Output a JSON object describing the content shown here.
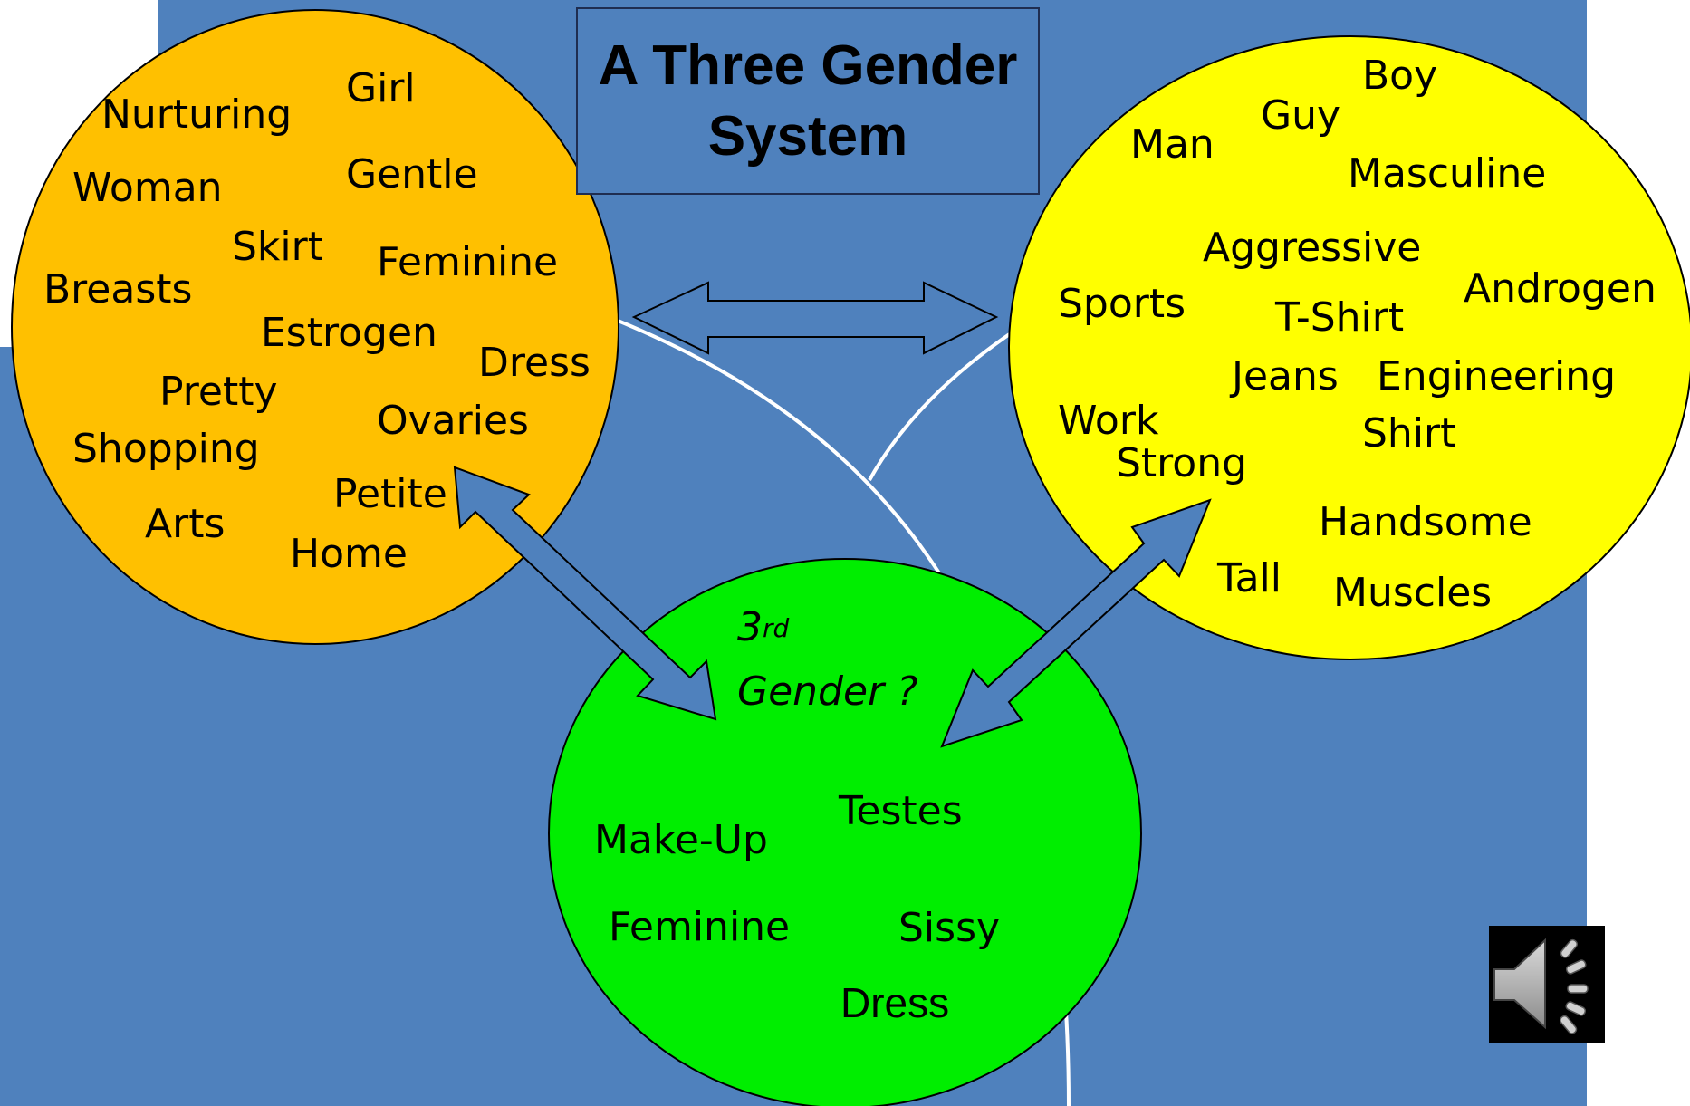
{
  "title": "A Three Gender System",
  "colors": {
    "background": "#4f81bd",
    "female_circle": "#ffc000",
    "male_circle": "#ffff00",
    "third_circle": "#00ee00",
    "arrow_fill": "#4f81bd",
    "arc_line": "#ffffff"
  },
  "female_words": {
    "girl": "Girl",
    "nurturing": "Nurturing",
    "woman": "Woman",
    "gentle": "Gentle",
    "skirt": "Skirt",
    "feminine": "Feminine",
    "breasts": "Breasts",
    "estrogen": "Estrogen",
    "dress": "Dress",
    "pretty": "Pretty",
    "ovaries": "Ovaries",
    "shopping": "Shopping",
    "petite": "Petite",
    "arts": "Arts",
    "home": "Home"
  },
  "male_words": {
    "boy": "Boy",
    "guy": "Guy",
    "man": "Man",
    "masculine": "Masculine",
    "aggressive": "Aggressive",
    "androgen": "Androgen",
    "sports": "Sports",
    "tshirt": "T-Shirt",
    "jeans": "Jeans",
    "engineering": "Engineering",
    "work": "Work",
    "shirt": "Shirt",
    "strong": "Strong",
    "handsome": "Handsome",
    "tall": "Tall",
    "muscles": "Muscles"
  },
  "third_gender": {
    "ordinal_number": "3",
    "ordinal_suffix": "rd",
    "label": "Gender ?",
    "words": {
      "makeup": "Make-Up",
      "testes": "Testes",
      "feminine": "Feminine",
      "sissy": "Sissy",
      "dress": "Dress"
    }
  },
  "icons": {
    "audio": "speaker-icon"
  }
}
